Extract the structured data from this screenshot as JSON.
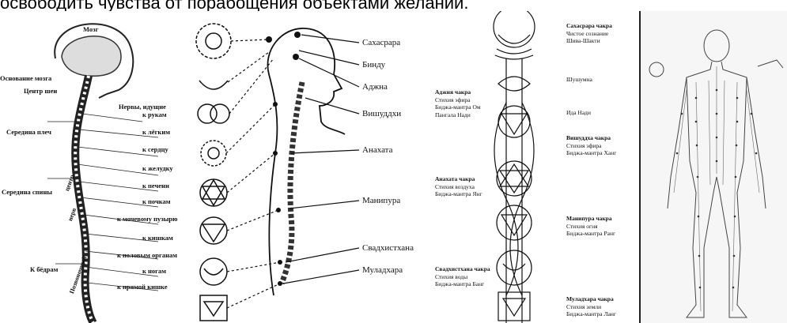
{
  "caption": "освободить чувства от порабощения объектами желаний.",
  "panel1": {
    "brain": "Мозг",
    "labels_left": [
      "Основание мозга",
      "Центр шеи",
      "Середина плеч",
      "Середина спины",
      "К бёдрам"
    ],
    "nerves_title": "Нервы, идущие",
    "labels_right": [
      "к рукам",
      "к лёгким",
      "к сердцу",
      "к желудку",
      "к печени",
      "к почкам",
      "к мочевому пузырю",
      "к кишкам",
      "к половым органам",
      "к ногам",
      "к прямой кишке"
    ],
    "spine_words": [
      "Позвоночный",
      "нерв",
      "центр"
    ]
  },
  "panel2": {
    "chakras": [
      "Сахасрара",
      "Бинду",
      "Аджна",
      "Вишуддхи",
      "Анахата",
      "Манипура",
      "Свадхистхана",
      "Муладхара"
    ]
  },
  "panel3": {
    "top_right": {
      "title": "Сахасрара чакра",
      "lines": [
        "Чистое сознание",
        "Шива-Шакти"
      ]
    },
    "sushumna": "Шушумна",
    "ida": "Ида Нади",
    "ajna": {
      "title": "Аджня чакра",
      "lines": [
        "Стихия эфира",
        "Биджа-мантра Ом",
        "Пангала Нади"
      ]
    },
    "vishuddha": {
      "title": "Вишуддха чакра",
      "lines": [
        "Стихия эфира",
        "Биджа-мантра Ханг"
      ]
    },
    "anahata": {
      "title": "Анахата чакра",
      "lines": [
        "Стихия воздуха",
        "Биджа-мантра Янг"
      ]
    },
    "manipura": {
      "title": "Манипура чакра",
      "lines": [
        "Стихия огня",
        "Биджа-мантра Ранг"
      ]
    },
    "svadhisthana": {
      "title": "Свадхистхана чакра",
      "lines": [
        "Стихия воды",
        "Биджа-мантра Банг"
      ]
    },
    "muladhara": {
      "title": "Муладхара чакра",
      "lines": [
        "Стихия земли",
        "Биджа-мантра Ланг"
      ]
    }
  }
}
